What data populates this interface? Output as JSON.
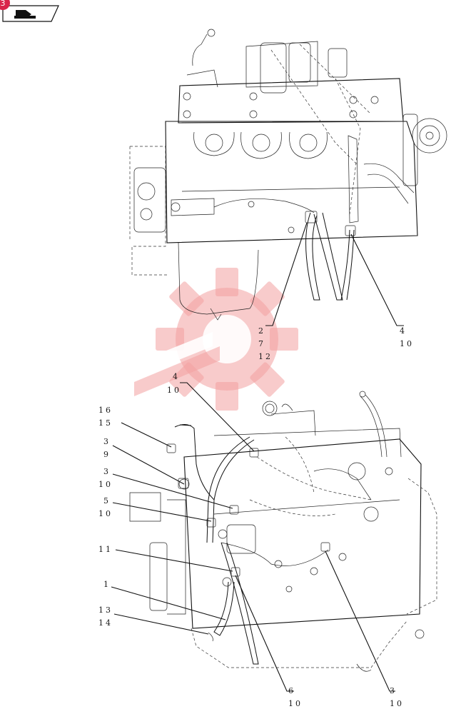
{
  "header": {
    "badge_number": "3",
    "nav_icon": "book-arrow-icon"
  },
  "diagram": {
    "upper_view": {
      "callouts": [
        {
          "id": "upper-callout-2-7-12",
          "lines": [
            "2",
            "7",
            "12"
          ]
        },
        {
          "id": "upper-callout-4-10",
          "lines": [
            "4",
            "10"
          ]
        }
      ]
    },
    "lower_view": {
      "callouts": [
        {
          "id": "lower-callout-4-10",
          "lines": [
            "4",
            "10"
          ]
        },
        {
          "id": "lower-callout-16-15",
          "lines": [
            "16",
            "15"
          ]
        },
        {
          "id": "lower-callout-3-9",
          "lines": [
            "3",
            "9"
          ]
        },
        {
          "id": "lower-callout-3-10-a",
          "lines": [
            "3",
            "10"
          ]
        },
        {
          "id": "lower-callout-5-10",
          "lines": [
            "5",
            "10"
          ]
        },
        {
          "id": "lower-callout-11",
          "lines": [
            "11"
          ]
        },
        {
          "id": "lower-callout-1",
          "lines": [
            "1"
          ]
        },
        {
          "id": "lower-callout-13-14",
          "lines": [
            "13",
            "14"
          ]
        },
        {
          "id": "lower-callout-6-10",
          "lines": [
            "6",
            "10"
          ]
        },
        {
          "id": "lower-callout-3-10-b",
          "lines": [
            "3",
            "10"
          ]
        }
      ]
    }
  },
  "colors": {
    "badge": "#d9254a",
    "watermark": "#f2a0a0",
    "lines": "#111111"
  }
}
